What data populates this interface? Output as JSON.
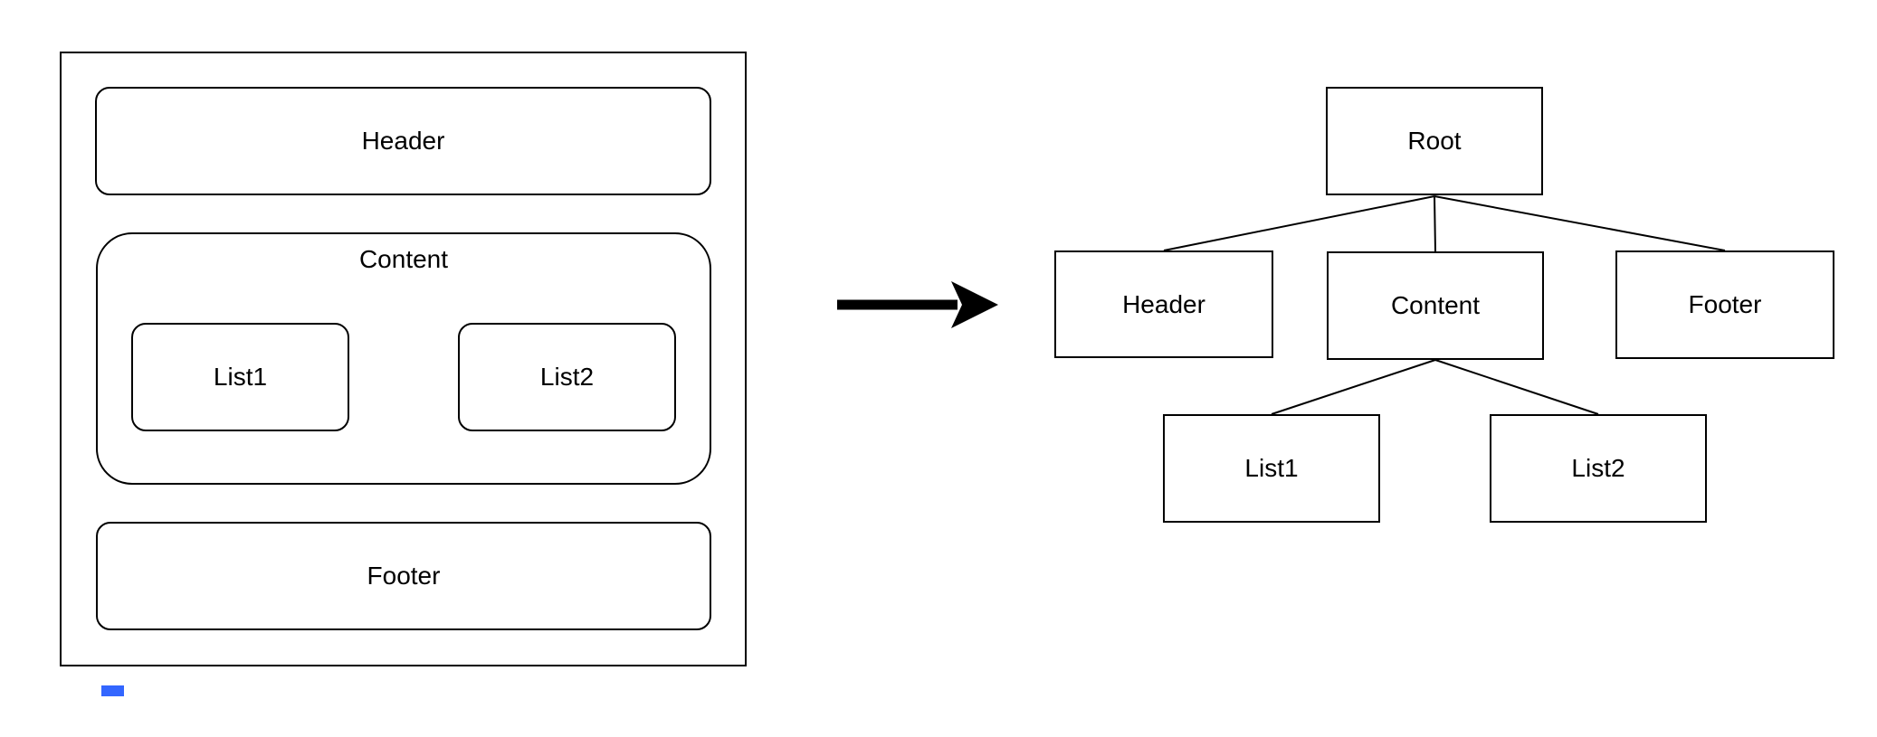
{
  "left_diagram": {
    "type": "nested-layout",
    "header_label": "Header",
    "content_label": "Content",
    "list1_label": "List1",
    "list2_label": "List2",
    "footer_label": "Footer"
  },
  "arrow": {
    "direction": "right",
    "color": "#000000"
  },
  "tree_diagram": {
    "type": "tree",
    "root_label": "Root",
    "header_label": "Header",
    "content_label": "Content",
    "footer_label": "Footer",
    "list1_label": "List1",
    "list2_label": "List2",
    "edges": [
      [
        "Root",
        "Header"
      ],
      [
        "Root",
        "Content"
      ],
      [
        "Root",
        "Footer"
      ],
      [
        "Content",
        "List1"
      ],
      [
        "Content",
        "List2"
      ]
    ]
  },
  "colors": {
    "stroke": "#000000",
    "background": "#ffffff",
    "text": "#000000",
    "artifact_blue": "#3366ff"
  }
}
